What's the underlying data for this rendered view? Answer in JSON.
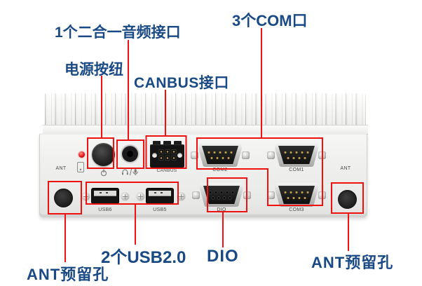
{
  "colors": {
    "annotation_red": "#ef1010",
    "annotation_text_blue": "#1a4a85",
    "chassis_light_gray": "#f0f0ee",
    "connector_black": "#141414",
    "led_red": "#e31515"
  },
  "annotations": {
    "audio": "1个二合一音频接口",
    "power": "电源按纽",
    "canbus": "CANBUS接口",
    "com": "3个COM口",
    "ant_left": "ANT预留孔",
    "usb": "2个USB2.0",
    "dio": "DIO",
    "ant_right": "ANT预留孔"
  },
  "panel": {
    "ant_left_label": "ANT",
    "ant_right_label": "ANT",
    "canbus_label": "CANBUS",
    "com1_label": "COM1",
    "com2_label": "COM2",
    "com3_label": "COM3",
    "dio_label": "DIO",
    "usb6_label": "USB6",
    "usb5_label": "USB5",
    "icons": {
      "power_led": "red-led-indicator",
      "hdd": "hdd-activity-icon",
      "power": "power-symbol-icon",
      "audio": "headset-mic-combo-icon"
    }
  }
}
